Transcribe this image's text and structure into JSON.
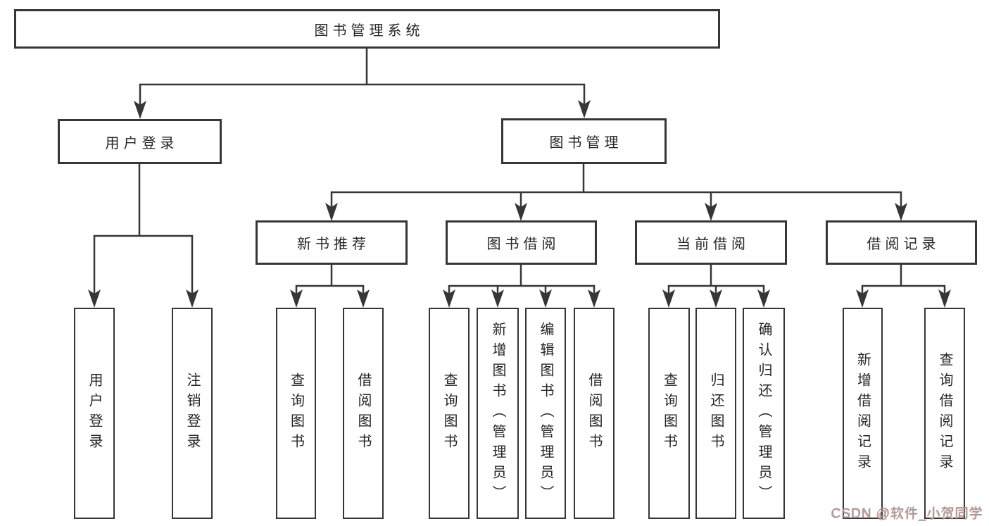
{
  "tree": {
    "label": "图书管理系统",
    "children": [
      {
        "label": "用户登录",
        "children": [
          {
            "label": "用户登录"
          },
          {
            "label": "注销登录"
          }
        ]
      },
      {
        "label": "图书管理",
        "children": [
          {
            "label": "新书推荐",
            "children": [
              {
                "label": "查询图书"
              },
              {
                "label": "借阅图书"
              }
            ]
          },
          {
            "label": "图书借阅",
            "children": [
              {
                "label": "查询图书"
              },
              {
                "label": "新增图书（管理员）"
              },
              {
                "label": "编辑图书（管理员）"
              },
              {
                "label": "借阅图书"
              }
            ]
          },
          {
            "label": "当前借阅",
            "children": [
              {
                "label": "查询图书"
              },
              {
                "label": "归还图书"
              },
              {
                "label": "确认归还（管理员）"
              }
            ]
          },
          {
            "label": "借阅记录",
            "children": [
              {
                "label": "新增借阅记录"
              },
              {
                "label": "查询借阅记录"
              }
            ]
          }
        ]
      }
    ]
  },
  "watermark": {
    "text": "CSDN @软件_小贺同学"
  },
  "colors": {
    "line": "#363636",
    "box_border": "#363636",
    "box_fill": "#ffffff",
    "text": "#262626",
    "background": "#ffffff",
    "watermark_text": "#9c9c9c",
    "watermark_shadow": "#dd8282"
  }
}
